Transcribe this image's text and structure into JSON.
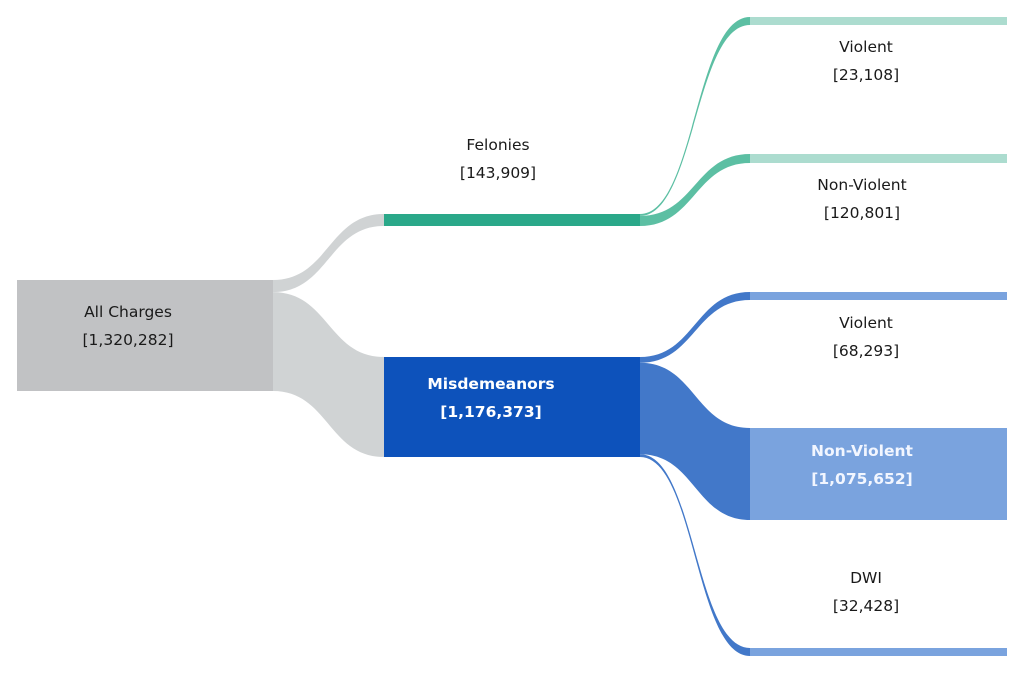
{
  "chart_data": {
    "type": "sankey",
    "title": "",
    "colors": {
      "root_node": "#c1c2c4",
      "root_link": "#d0d3d4",
      "felony_node": "#2aa889",
      "felony_link": "#5cbfa3",
      "felony_leaf": "#acdccf",
      "misd_node": "#0d52bb",
      "misd_link": "#4278c9",
      "misd_leaf": "#7aa3de"
    },
    "nodes": [
      {
        "id": "all",
        "label": "All Charges",
        "value_text": "[1,320,282]",
        "value": 1320282,
        "level": 0
      },
      {
        "id": "felonies",
        "label": "Felonies",
        "value_text": "[143,909]",
        "value": 143909,
        "level": 1
      },
      {
        "id": "misdemeanors",
        "label": "Misdemeanors",
        "value_text": "[1,176,373]",
        "value": 1176373,
        "level": 1
      },
      {
        "id": "fel_violent",
        "label": "Violent",
        "value_text": "[23,108]",
        "value": 23108,
        "level": 2
      },
      {
        "id": "fel_nonviolent",
        "label": "Non-Violent",
        "value_text": "[120,801]",
        "value": 120801,
        "level": 2
      },
      {
        "id": "mis_violent",
        "label": "Violent",
        "value_text": "[68,293]",
        "value": 68293,
        "level": 2
      },
      {
        "id": "mis_nonviolent",
        "label": "Non-Violent",
        "value_text": "[1,075,652]",
        "value": 1075652,
        "level": 2
      },
      {
        "id": "mis_dwi",
        "label": "DWI",
        "value_text": "[32,428]",
        "value": 32428,
        "level": 2
      }
    ],
    "links": [
      {
        "source": "all",
        "target": "felonies",
        "value": 143909
      },
      {
        "source": "all",
        "target": "misdemeanors",
        "value": 1176373
      },
      {
        "source": "felonies",
        "target": "fel_violent",
        "value": 23108
      },
      {
        "source": "felonies",
        "target": "fel_nonviolent",
        "value": 120801
      },
      {
        "source": "misdemeanors",
        "target": "mis_violent",
        "value": 68293
      },
      {
        "source": "misdemeanors",
        "target": "mis_nonviolent",
        "value": 1075652
      },
      {
        "source": "misdemeanors",
        "target": "mis_dwi",
        "value": 32428
      }
    ]
  }
}
